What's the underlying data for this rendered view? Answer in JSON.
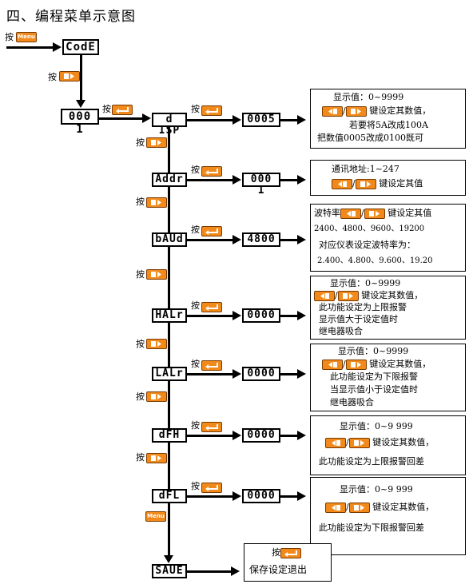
{
  "title": "四、编程菜单示意图",
  "press": "按",
  "icons": {
    "menu": "menu-key-icon",
    "shift": "shift-key-icon",
    "enter": "enter-key-icon",
    "up": "up-key-icon"
  },
  "menu_key_label": "Menu",
  "nodes": {
    "code": "CodE",
    "pwd": "000 1",
    "disp": "d ISP",
    "disp_val": "0005",
    "addr": "Addr",
    "addr_val": "000 1",
    "baud": "bAUd",
    "baud_val": "4800",
    "halr": "HALr",
    "halr_val": "0000",
    "lalr": "LALr",
    "lalr_val": "0000",
    "dfh": "dFH",
    "dfh_val": "0000",
    "dfl": "dFL",
    "dfl_val": "0000",
    "save": "SAUE"
  },
  "desc": {
    "disp": [
      "显示值：0~9999",
      "键设定其数值，",
      "若要将5A改成100A",
      "把数值0005改成0100既可"
    ],
    "addr": [
      "通讯地址:1~247",
      "键设定其值"
    ],
    "baud": [
      "波特率",
      "键设定其值",
      "2400、4800、9600、19200",
      "对应仪表设定波特率为：",
      "2.400、4.800、9.600、19.20"
    ],
    "halr": [
      "显示值：0~9999",
      "键设定其数值，",
      "此功能设定为上限报警",
      "显示值大于设定值时",
      "继电器吸合"
    ],
    "lalr": [
      "显示值：0~9999",
      "键设定其数值，",
      "此功能设定为下限报警",
      "当显示值小于设定值时",
      "继电器吸合"
    ],
    "dfh": [
      "显示值：0~9 999",
      "键设定其数值，",
      "此功能设定为上限报警回差"
    ],
    "dfl": [
      "显示值：0~9 999",
      "键设定其数值，",
      "此功能设定为下限报警回差"
    ],
    "save": [
      "保存设定退出"
    ]
  }
}
